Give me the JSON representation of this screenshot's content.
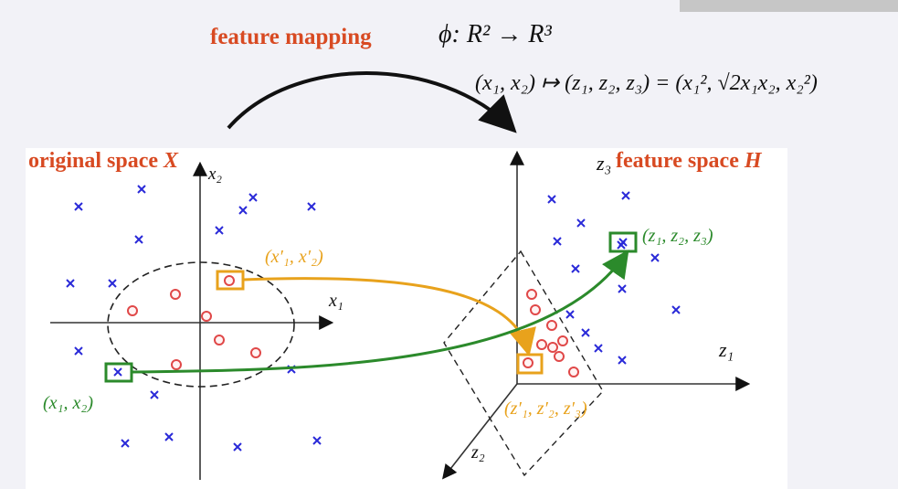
{
  "header": {
    "title": "feature mapping",
    "phi_def": "ϕ:   R²  →  R³",
    "mapping_formula": "(x₁, x₂) ↦ (z₁, z₂, z₃) = (x₁², √2x₁x₂, x₂²)"
  },
  "left": {
    "label": "original space",
    "symbol": "X",
    "axis_x": "x₁",
    "axis_y": "x₂",
    "point_orange": "(x′₁, x′₂)",
    "point_green": "(x₁, x₂)"
  },
  "right": {
    "label": "feature space",
    "symbol": "H",
    "axis_z1": "z₁",
    "axis_z2": "z₂",
    "axis_z3": "z₃",
    "point_green": "(z₁, z₂, z₃)",
    "point_orange": "(z′₁, z′₂, z′₃)"
  },
  "colors": {
    "title_red": "#d84a22",
    "cross_blue": "#2a2ad8",
    "circle_red": "#e04848",
    "orange": "#e8a21c",
    "green": "#2b8a2b"
  }
}
